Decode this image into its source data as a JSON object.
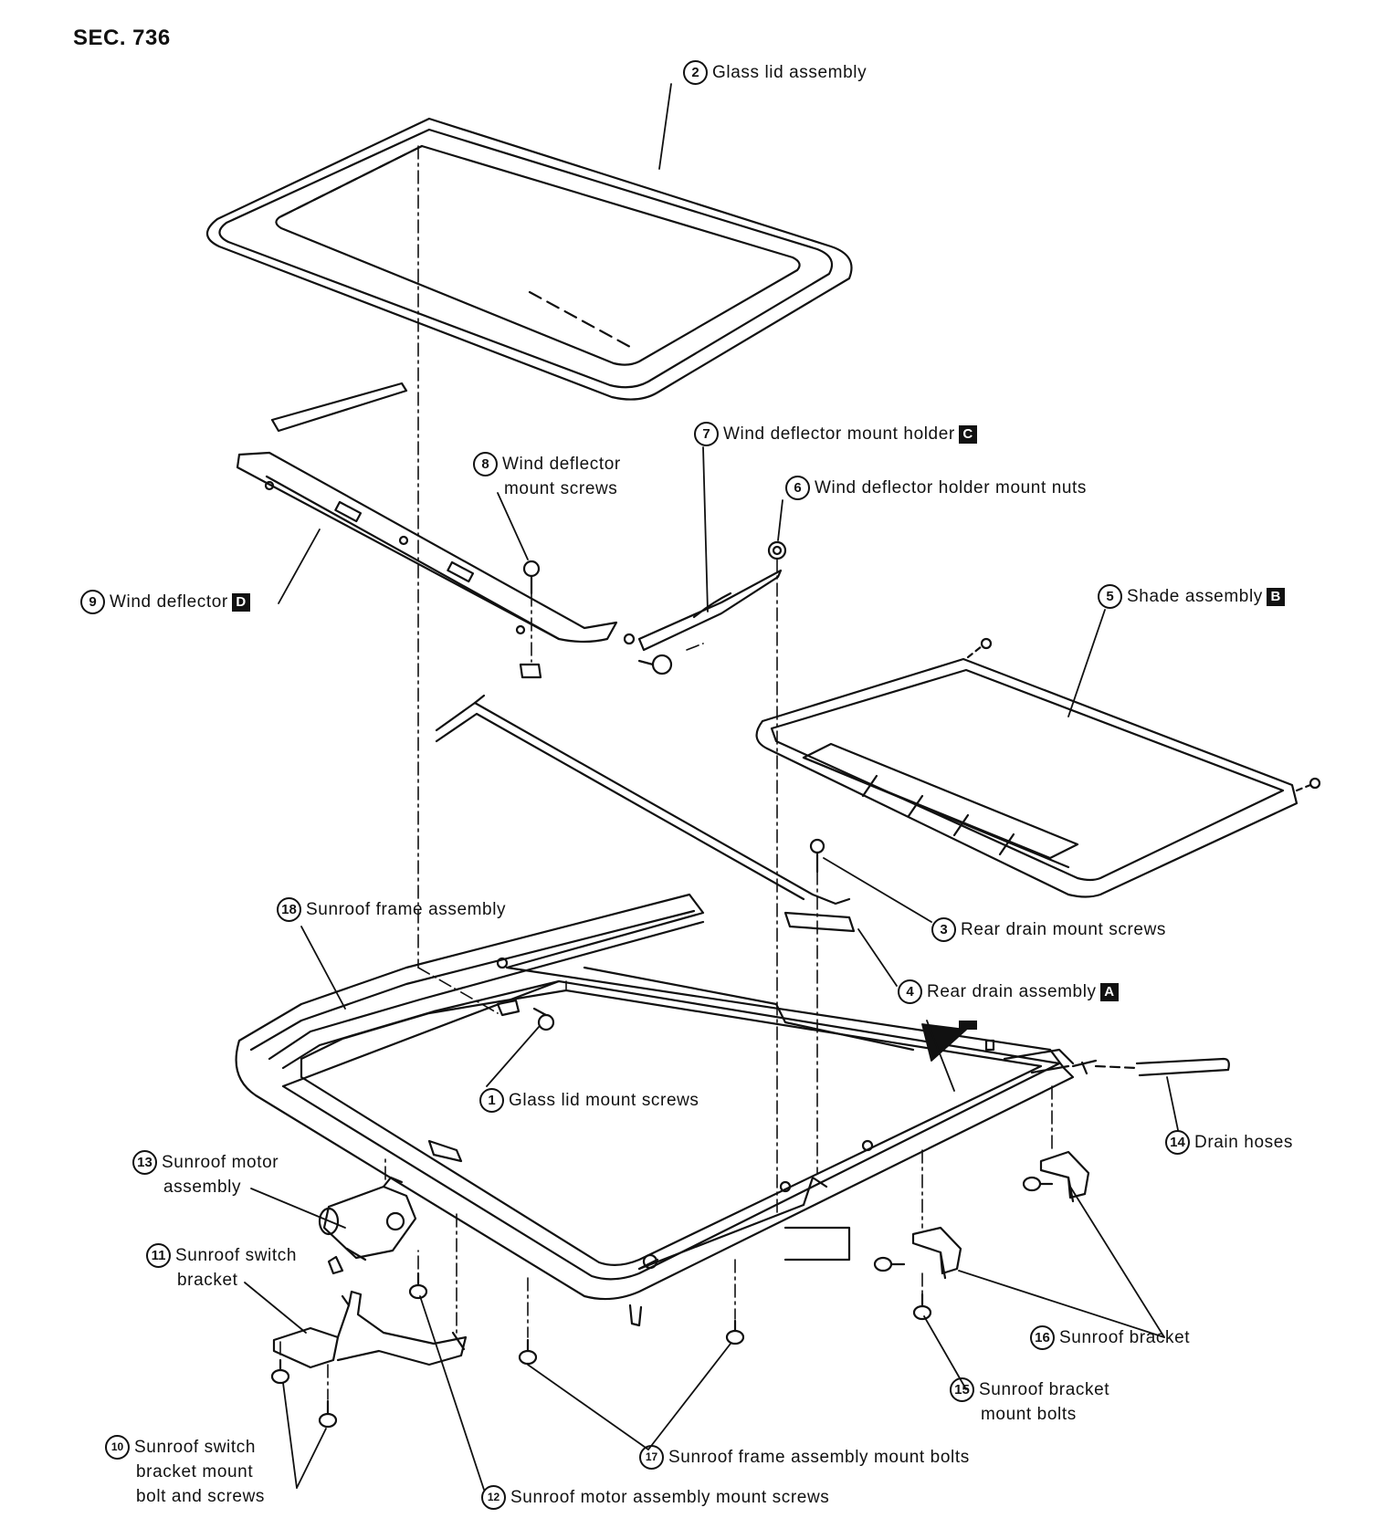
{
  "section": "SEC. 736",
  "labels": {
    "p1": {
      "num": "1",
      "text": "Glass lid mount screws"
    },
    "p2": {
      "num": "2",
      "text": "Glass lid assembly"
    },
    "p3": {
      "num": "3",
      "text": "Rear drain mount screws"
    },
    "p4": {
      "num": "4",
      "text": "Rear drain assembly",
      "box": "A"
    },
    "p5": {
      "num": "5",
      "text": "Shade assembly",
      "box": "B"
    },
    "p6": {
      "num": "6",
      "text": "Wind deflector holder mount nuts"
    },
    "p7": {
      "num": "7",
      "text": "Wind deflector mount holder",
      "box": "C"
    },
    "p8": {
      "num": "8",
      "line1": "Wind deflector",
      "line2": "mount screws"
    },
    "p9": {
      "num": "9",
      "text": "Wind deflector",
      "box": "D"
    },
    "p10": {
      "num": "10",
      "line1": "Sunroof switch",
      "line2": "bracket mount",
      "line3": "bolt and screws"
    },
    "p11": {
      "num": "11",
      "line1": "Sunroof switch",
      "line2": "bracket"
    },
    "p12": {
      "num": "12",
      "text": "Sunroof motor assembly mount screws"
    },
    "p13": {
      "num": "13",
      "line1": "Sunroof motor",
      "line2": "assembly"
    },
    "p14": {
      "num": "14",
      "text": "Drain hoses"
    },
    "p15": {
      "num": "15",
      "line1": "Sunroof bracket",
      "line2": "mount bolts"
    },
    "p16": {
      "num": "16",
      "text": "Sunroof bracket"
    },
    "p17": {
      "num": "17",
      "text": "Sunroof frame assembly mount bolts"
    },
    "p18": {
      "num": "18",
      "text": "Sunroof frame assembly"
    }
  }
}
